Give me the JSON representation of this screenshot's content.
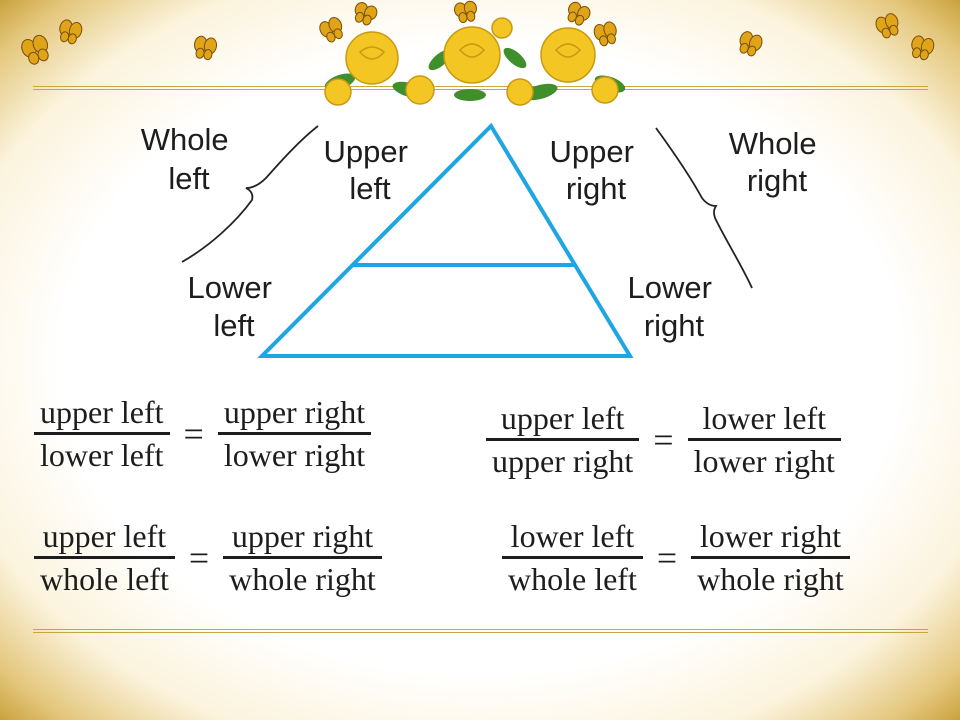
{
  "diagram": {
    "labels": {
      "whole_left": [
        "Whole",
        "left"
      ],
      "upper_left": [
        "Upper",
        "left"
      ],
      "upper_right": [
        "Upper",
        "right"
      ],
      "whole_right": [
        "Whole",
        "right"
      ],
      "lower_left": [
        "Lower",
        "left"
      ],
      "lower_right": [
        "Lower",
        "right"
      ]
    },
    "triangle_color": "#1ea6e3",
    "bracket_color": "#222222"
  },
  "equations": [
    {
      "left_num": "upper left",
      "left_den": "lower left",
      "equals": "=",
      "right_num": "upper right",
      "right_den": "lower right"
    },
    {
      "left_num": "upper left",
      "left_den": "upper right",
      "equals": "=",
      "right_num": "lower left",
      "right_den": "lower right"
    },
    {
      "left_num": "upper left",
      "left_den": "whole left",
      "equals": "=",
      "right_num": "upper right",
      "right_den": "whole right"
    },
    {
      "left_num": "lower left",
      "left_den": "whole left",
      "equals": "=",
      "right_num": "lower right",
      "right_den": "whole right"
    }
  ],
  "decor": {
    "rose_color": "#f3c623",
    "leaf_color": "#3f8f2c",
    "butterfly_color": "#e0a419"
  }
}
